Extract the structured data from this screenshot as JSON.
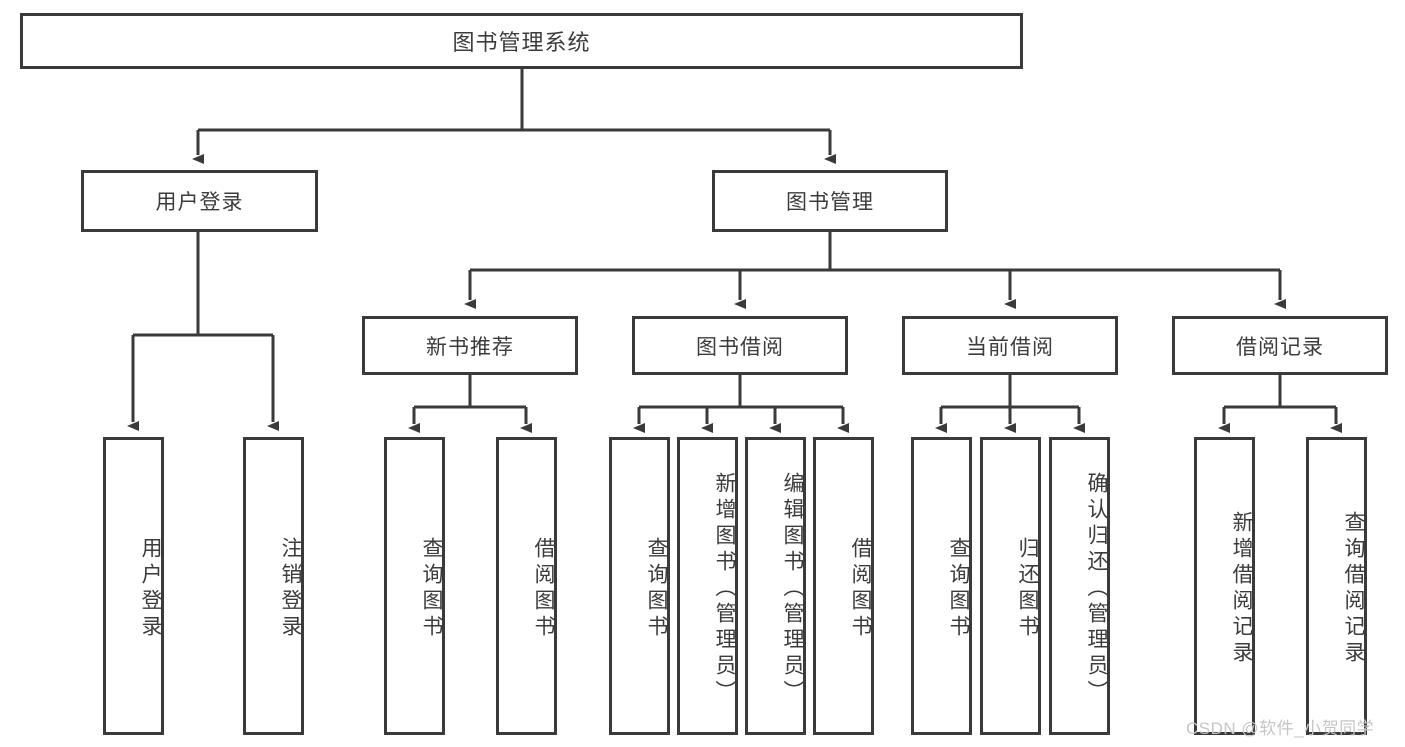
{
  "diagram": {
    "title": "图书管理系统",
    "type": "tree-hierarchy",
    "watermark": "CSDN @软件_小贺同学",
    "colors": {
      "background": "#ffffff",
      "node_border": "#3a3a3a",
      "node_fill": "#ffffff",
      "text": "#3c3c3c",
      "edge": "#3a3a3a",
      "watermark": "#c6c6c6"
    },
    "levels": {
      "root": {
        "label": "图书管理系统"
      },
      "level2": [
        {
          "label": "用户登录"
        },
        {
          "label": "图书管理"
        }
      ],
      "level3": [
        {
          "label": "新书推荐"
        },
        {
          "label": "图书借阅"
        },
        {
          "label": "当前借阅"
        },
        {
          "label": "借阅记录"
        }
      ]
    },
    "groups": [
      {
        "parent": "用户登录",
        "leaves": [
          {
            "label": "用户登录"
          },
          {
            "label": "注销登录"
          }
        ]
      },
      {
        "parent": "新书推荐",
        "leaves": [
          {
            "label": "查询图书"
          },
          {
            "label": "借阅图书"
          }
        ]
      },
      {
        "parent": "图书借阅",
        "leaves": [
          {
            "label": "查询图书"
          },
          {
            "label": "新增图书（管理员）"
          },
          {
            "label": "编辑图书（管理员）"
          },
          {
            "label": "借阅图书"
          }
        ]
      },
      {
        "parent": "当前借阅",
        "leaves": [
          {
            "label": "查询图书"
          },
          {
            "label": "归还图书"
          },
          {
            "label": "确认归还（管理员）"
          }
        ]
      },
      {
        "parent": "借阅记录",
        "leaves": [
          {
            "label": "新增借阅记录"
          },
          {
            "label": "查询借阅记录"
          }
        ]
      }
    ],
    "nodes": {
      "root": "图书管理系统",
      "n_user_login": "用户登录",
      "n_book_manage": "图书管理",
      "n_new_book": "新书推荐",
      "n_book_borrow": "图书借阅",
      "n_current_borrow": "当前借阅",
      "n_borrow_record": "借阅记录",
      "l_user_login": "用户登录",
      "l_logout": "注销登录",
      "l_nb_query": "查询图书",
      "l_nb_borrow": "借阅图书",
      "l_bb_query": "查询图书",
      "l_bb_add": "新增图书（管理员）",
      "l_bb_edit": "编辑图书（管理员）",
      "l_bb_borrow": "借阅图书",
      "l_cb_query": "查询图书",
      "l_cb_return": "归还图书",
      "l_cb_confirm": "确认归还（管理员）",
      "l_br_add": "新增借阅记录",
      "l_br_query": "查询借阅记录"
    }
  }
}
